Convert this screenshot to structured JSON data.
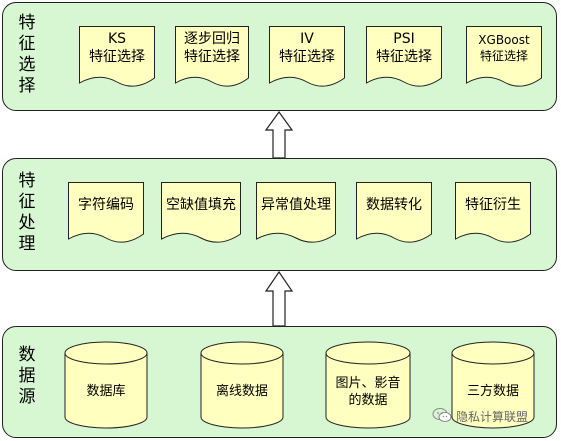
{
  "diagram": {
    "layers": {
      "selection": {
        "title": "特征\n选择",
        "items": [
          "KS\n特征选择",
          "逐步回归\n特征选择",
          "IV\n特征选择",
          "PSI\n特征选择",
          "XGBoost\n特征选择"
        ]
      },
      "processing": {
        "title": "特\n征\n处\n理",
        "items": [
          "字符编码",
          "空缺值填充",
          "异常值处理",
          "数据转化",
          "特征衍生"
        ]
      },
      "source": {
        "title": "数\n据\n源",
        "items": [
          "数据库",
          "离线数据",
          "图片、影音\n的数据",
          "三方数据"
        ]
      }
    },
    "colors": {
      "layer_fill": "#d7f7d2",
      "node_fill": "#ffffc0",
      "stroke": "#222222"
    },
    "watermark": "隐私计算联盟"
  }
}
